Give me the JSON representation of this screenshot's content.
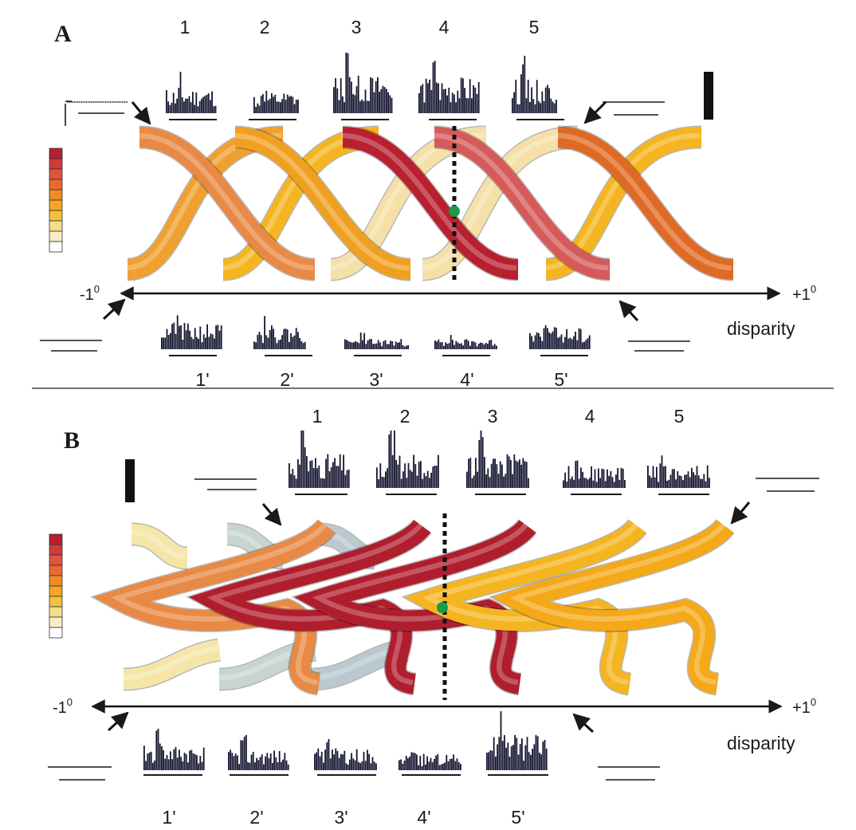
{
  "panels": [
    {
      "id": "A",
      "letter": "A",
      "top_labels": [
        "1",
        "2",
        "3",
        "4",
        "5"
      ],
      "bottom_labels": [
        "1'",
        "2'",
        "3'",
        "4'",
        "5'"
      ],
      "axis_min_label": "-1",
      "axis_max_label": "+1",
      "degree_mark": "0",
      "axis_name": "disparity",
      "ribbon_colors": [
        "#f0a030",
        "#e88a45",
        "#f5b520",
        "#f0a020",
        "#f5e0a8",
        "#b82030",
        "#f5e0a8",
        "#d65a5a",
        "#f5b520",
        "#e06a25"
      ]
    },
    {
      "id": "B",
      "letter": "B",
      "top_labels": [
        "1",
        "2",
        "3",
        "4",
        "5"
      ],
      "bottom_labels": [
        "1'",
        "2'",
        "3'",
        "4'",
        "5'"
      ],
      "axis_min_label": "-1",
      "axis_max_label": "+1",
      "degree_mark": "0",
      "axis_name": "disparity",
      "ribbon_colors": [
        "#f5e6a8",
        "#c8d4d0",
        "#f5e8c0",
        "#b9c9cf",
        "#e88a45",
        "#b01e2e",
        "#b01e2e",
        "#f5b520",
        "#f5a818"
      ]
    }
  ],
  "color_scale": [
    "#b3202f",
    "#d03a3a",
    "#e0553a",
    "#e86a30",
    "#f08a2a",
    "#f5a623",
    "#f5c040",
    "#f7dc8a",
    "#f8ecc5",
    "#ffffff"
  ],
  "marker_color": "#1a9a4a"
}
